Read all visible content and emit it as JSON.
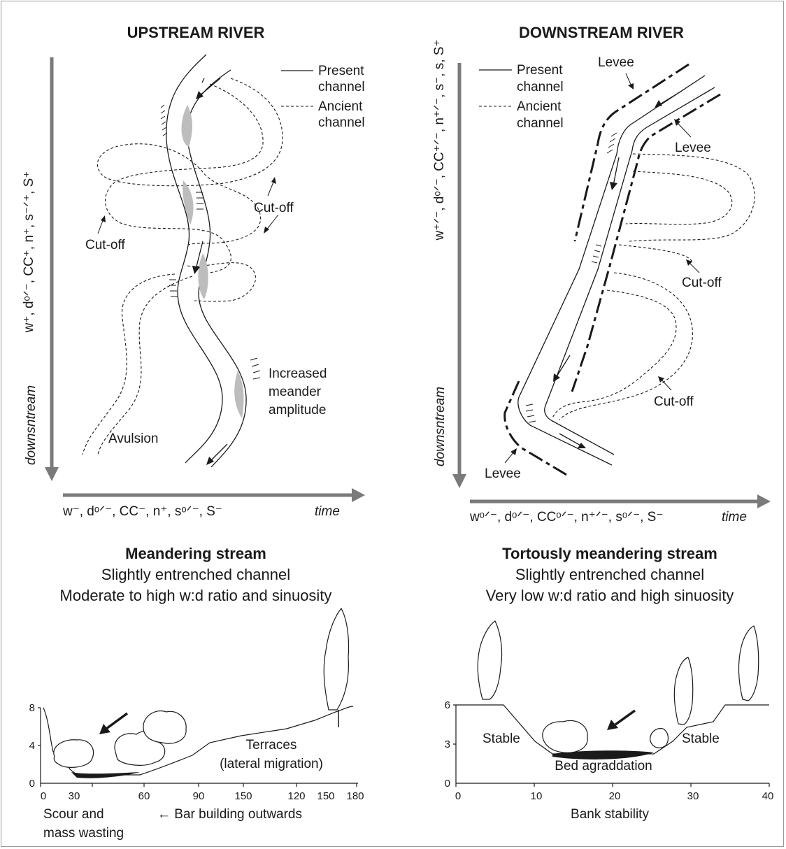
{
  "upstream": {
    "title": "UPSTREAM RIVER",
    "legend_present_1": "Present",
    "legend_present_2": "channel",
    "legend_ancient_1": "Ancient",
    "legend_ancient_2": "channel",
    "cutoff_left": "Cut-off",
    "cutoff_right": "Cut-off",
    "increased_1": "Increased",
    "increased_2": "meander",
    "increased_3": "amplitude",
    "avulsion": "Avulsion",
    "downstream_label": "downsntream",
    "time_label": "time",
    "x_axis_vars": "w⁻, dᵒᐟ⁻, CC⁻, n⁺, sᵒᐟ⁻, S⁻",
    "y_axis_vars": "w⁺, dᵒᐟ⁻, CC⁺, n⁺, s⁻ᐟ⁺, S⁺",
    "stream_type": "Meandering stream",
    "stream_desc_1": "Slightly entrenched channel",
    "stream_desc_2": "Moderate to high w:d ratio and sinuosity",
    "section": {
      "y_ticks": [
        "8",
        "4",
        "0"
      ],
      "x_ticks": [
        "0",
        "30",
        "60",
        "90",
        "150",
        "120",
        "150",
        "180"
      ],
      "terraces_1": "Terraces",
      "terraces_2": "(lateral migration)",
      "scour_1": "Scour and",
      "scour_2": "mass wasting",
      "bar_building": "← Bar building outwards"
    }
  },
  "downstream": {
    "title": "DOWNSTREAM RIVER",
    "legend_present_1": "Present",
    "legend_present_2": "channel",
    "legend_ancient_1": "Ancient",
    "legend_ancient_2": "channel",
    "levee_top": "Levee",
    "levee_right": "Levee",
    "levee_bottom": "Levee",
    "cutoff_1": "Cut-off",
    "cutoff_2": "Cut-off",
    "downstream_label": "downsntream",
    "time_label": "time",
    "x_axis_vars": "wᵒᐟ⁻, dᵒᐟ⁻, CCᵒᐟ⁻, n⁺ᐟ⁻, sᵒᐟ⁻, S⁻",
    "y_axis_vars": "w⁺ᐟ⁻, dᵒᐟ⁻, CC⁺ᐟ⁻, n⁺ᐟ⁻, s⁻, s, S⁺",
    "stream_type": "Tortously meandering stream",
    "stream_desc_1": "Slightly entrenched channel",
    "stream_desc_2": "Very low w:d ratio and high sinuosity",
    "section": {
      "y_ticks": [
        "6",
        "3",
        "0"
      ],
      "x_ticks": [
        "0",
        "10",
        "20",
        "30",
        "40"
      ],
      "stable_left": "Stable",
      "stable_right": "Stable",
      "bed": "Bed agraddation",
      "bank": "Bank stability"
    }
  }
}
